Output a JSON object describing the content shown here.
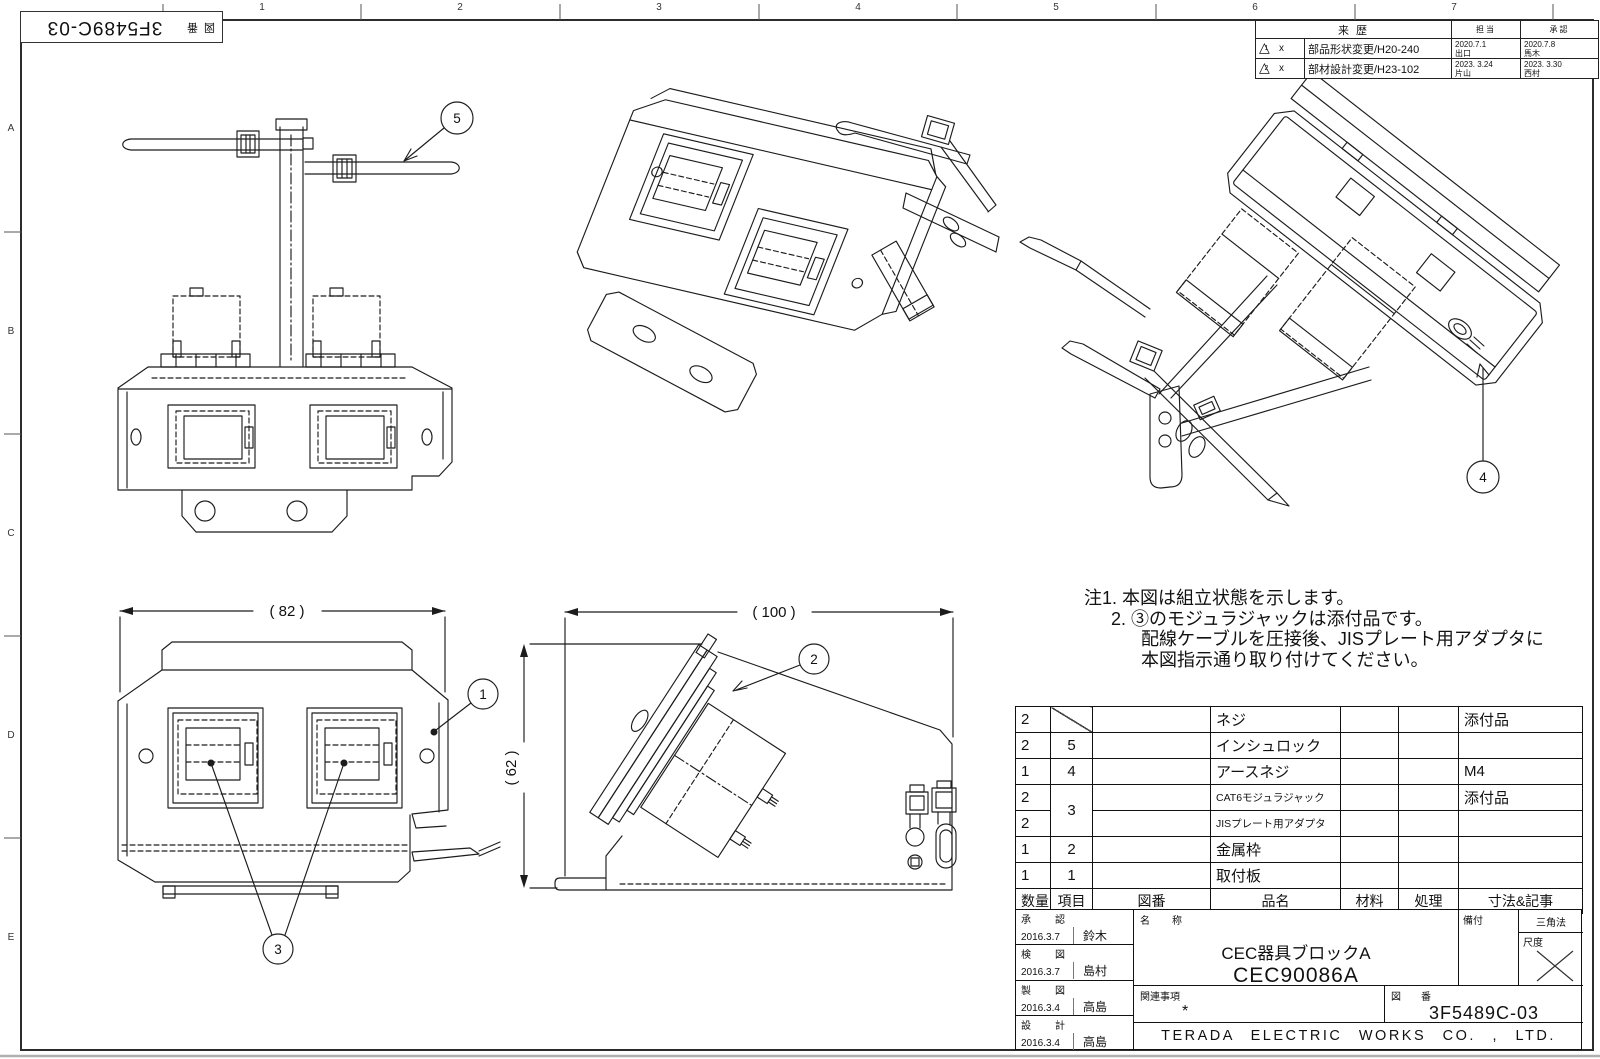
{
  "sheet": {
    "corner_stamp": {
      "label_char_1": "図",
      "label_char_2": "番",
      "drawing_no": "3F5489C-03"
    },
    "zones": {
      "columns": [
        "1",
        "2",
        "3",
        "4",
        "5",
        "6",
        "7"
      ],
      "rows": [
        "A",
        "B",
        "C",
        "D",
        "E"
      ]
    }
  },
  "revision_table": {
    "history_header": "来      歴",
    "charge_header": "担当",
    "approval_header": "承認",
    "rows": [
      {
        "mark_no": "1",
        "mark_suffix": "x",
        "description": "部品形状変更/H20-240",
        "charge_date": "2020.7.1",
        "charge_name": "出口",
        "approval_date": "2020.7.8",
        "approval_name": "馬木"
      },
      {
        "mark_no": "2",
        "mark_suffix": "x",
        "description": "部材設計変更/H23-102",
        "charge_date": "2023. 3.24",
        "charge_name": "片山",
        "approval_date": "2023. 3.30",
        "approval_name": "西村"
      }
    ]
  },
  "notes": {
    "line_1": "注1. 本図は組立状態を示します。",
    "line_2": "2. ③のモジュラジャックは添付品です。",
    "line_3": "配線ケーブルを圧接後、JISプレート用アダプタに",
    "line_4": "本図指示通り取り付けてください。"
  },
  "bom": {
    "headers": {
      "qty": "数量",
      "item": "項目",
      "drawing_no": "図番",
      "part_name": "品名",
      "material": "材料",
      "treatment": "処理",
      "remarks": "寸法&記事"
    },
    "rows": [
      {
        "qty": "2",
        "item": "",
        "drawing_no": "",
        "part_name": "ネジ",
        "material": "",
        "treatment": "",
        "remarks": "添付品"
      },
      {
        "qty": "2",
        "item": "5",
        "drawing_no": "",
        "part_name": "インシュロック",
        "material": "",
        "treatment": "",
        "remarks": ""
      },
      {
        "qty": "1",
        "item": "4",
        "drawing_no": "",
        "part_name": "アースネジ",
        "material": "",
        "treatment": "",
        "remarks": "M4"
      },
      {
        "qty": "2",
        "item": "3",
        "drawing_no": "",
        "part_name": "CAT6モジュラジャック",
        "material": "",
        "treatment": "",
        "remarks": "添付品"
      },
      {
        "qty": "2",
        "item": "",
        "drawing_no": "",
        "part_name": "JISプレート用アダプタ",
        "material": "",
        "treatment": "",
        "remarks": ""
      },
      {
        "qty": "1",
        "item": "2",
        "drawing_no": "",
        "part_name": "金属枠",
        "material": "",
        "treatment": "",
        "remarks": ""
      },
      {
        "qty": "1",
        "item": "1",
        "drawing_no": "",
        "part_name": "取付板",
        "material": "",
        "treatment": "",
        "remarks": ""
      }
    ]
  },
  "title_block": {
    "sign_rows": [
      {
        "label": "承　認",
        "date": "2016.3.7",
        "name": "鈴木"
      },
      {
        "label": "検　図",
        "date": "2016.3.7",
        "name": "島村"
      },
      {
        "label": "製　図",
        "date": "2016.3.4",
        "name": "高島"
      },
      {
        "label": "設　計",
        "date": "2016.3.4",
        "name": "高島"
      }
    ],
    "name_label": "名　称",
    "product_name": "CEC器具ブロックA",
    "product_code": "CEC90086A",
    "related_label": "関連事項",
    "related_value": "*",
    "drawing_no_label": "図　番",
    "drawing_no": "3F5489C-03",
    "attachment_label": "備付",
    "projection_label": "三角法",
    "scale_label": "尺度",
    "company": "TERADA ELECTRIC WORKS CO. , LTD."
  },
  "dimensions": {
    "width": "( 82 )",
    "depth": "( 100 )",
    "height": "( 62 )"
  },
  "callouts": {
    "c1": "1",
    "c2": "2",
    "c3": "3",
    "c4": "4",
    "c5": "5"
  }
}
